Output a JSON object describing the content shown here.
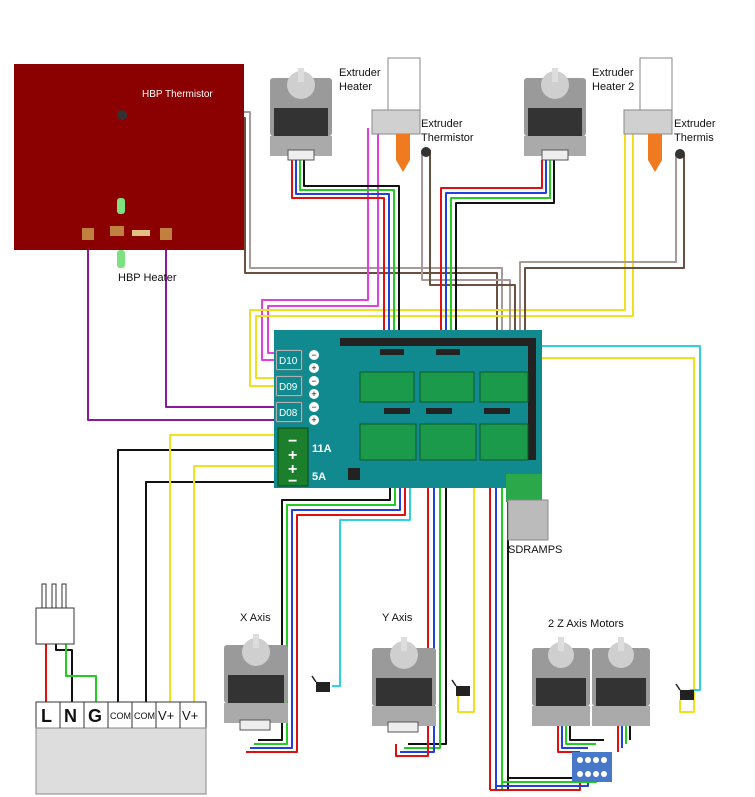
{
  "labels": {
    "hbp_thermistor": "HBP Thermistor",
    "hbp_heater": "HBP Heater",
    "extruder_heater_1a": "Extruder",
    "extruder_heater_1b": "Heater",
    "extruder_thermistor_1a": "Extruder",
    "extruder_thermistor_1b": "Thermistor",
    "extruder_heater_2a": "Extruder",
    "extruder_heater_2b": "Heater 2",
    "extruder_thermistor_2a": "Extruder",
    "extruder_thermistor_2b": "Thermis",
    "x_axis": "X Axis",
    "y_axis": "Y Axis",
    "z_axis": "2 Z Axis Motors",
    "sdramps": "SDRAMPS",
    "d10": "D10",
    "d09": "D09",
    "d08": "D08",
    "amp11": "11A",
    "amp5": "5A",
    "psu_l": "L",
    "psu_n": "N",
    "psu_g": "G",
    "psu_com1": "COM",
    "psu_com2": "COM",
    "psu_v1": "V+",
    "psu_v2": "V+",
    "minus": "−",
    "plus": "+"
  },
  "colors": {
    "heatbed": "#8b0000",
    "board": "#118a8f",
    "wire_red": "#e01010",
    "wire_green": "#22cc22",
    "wire_black": "#111111",
    "wire_blue": "#2040e0",
    "wire_magenta": "#e040e0",
    "wire_purple": "#8a1a9a",
    "wire_yellow": "#f0e020",
    "wire_cyan": "#30d0e0",
    "wire_gray": "#aa9999",
    "wire_brown": "#6a5040",
    "nozzle": "#ef7a20"
  }
}
